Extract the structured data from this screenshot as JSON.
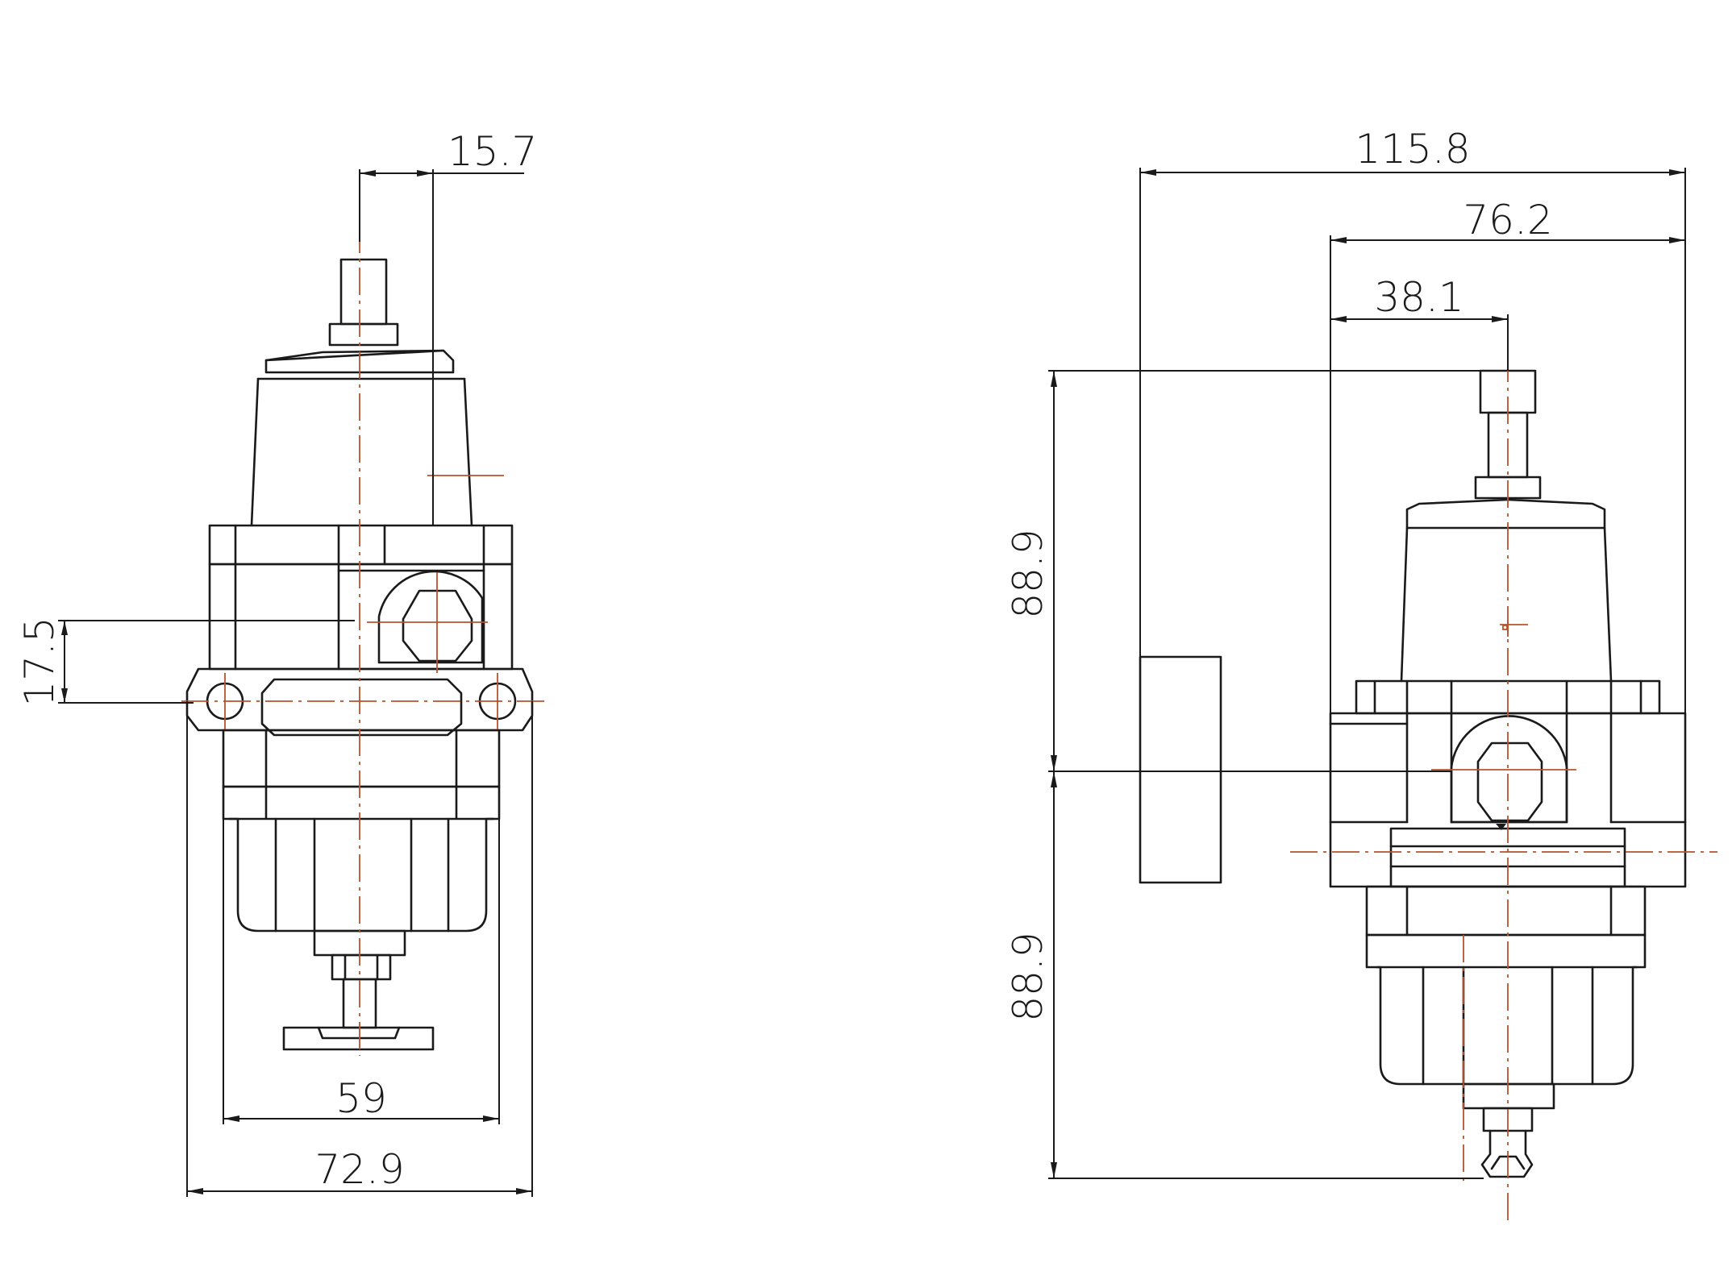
{
  "dimensions": {
    "front": {
      "offset_top": "15.7",
      "port_height": "17.5",
      "inner_width": "59",
      "outer_width": "72.9"
    },
    "side": {
      "total_width": "115.8",
      "body_width": "76.2",
      "half_width": "38.1",
      "upper_height": "88.9",
      "lower_height": "88.9"
    }
  },
  "colors": {
    "line": "#1a1a1a",
    "centerline": "#b5542d"
  }
}
